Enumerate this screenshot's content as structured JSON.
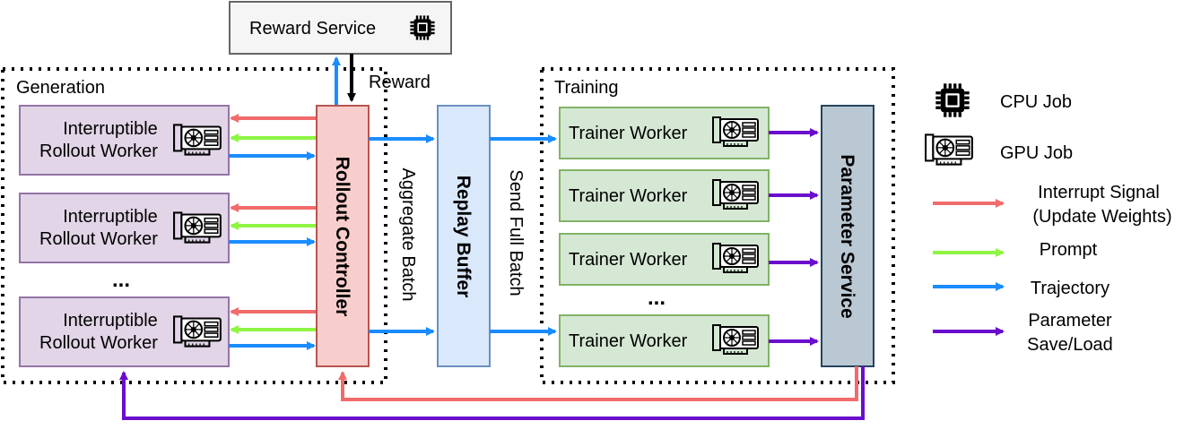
{
  "colors": {
    "interrupt": "#f26b6b",
    "prompt": "#8ef542",
    "trajectory": "#1a8cff",
    "parameter": "#6a0dcc",
    "reward": "#000000",
    "rollout_worker_fill": "#e1d5e7",
    "rollout_worker_stroke": "#9673a6",
    "controller_fill": "#f8cecc",
    "controller_stroke": "#b85450",
    "buffer_fill": "#dae8fc",
    "buffer_stroke": "#6c8ebf",
    "trainer_fill": "#d5e8d4",
    "trainer_stroke": "#82b366",
    "param_fill": "#bac8d3",
    "param_stroke": "#23445d",
    "reward_fill": "#f5f5f5",
    "reward_stroke": "#666666"
  },
  "reward_service": {
    "label": "Reward Service",
    "icon": "cpu-chip-icon"
  },
  "reward_label": "Reward",
  "generation": {
    "title": "Generation",
    "workers": [
      {
        "line1": "Interruptible",
        "line2": "Rollout Worker",
        "icon": "gpu-card-icon"
      },
      {
        "line1": "Interruptible",
        "line2": "Rollout Worker",
        "icon": "gpu-card-icon"
      },
      {
        "line1": "Interruptible",
        "line2": "Rollout Worker",
        "icon": "gpu-card-icon"
      }
    ],
    "ellipsis": "..."
  },
  "rollout_controller": {
    "label": "Rollout Controller"
  },
  "aggregate_batch": "Aggregate Batch",
  "replay_buffer": {
    "label": "Replay Buffer"
  },
  "send_full_batch": "Send Full Batch",
  "training": {
    "title": "Training",
    "workers": [
      {
        "label": "Trainer Worker",
        "icon": "gpu-card-icon"
      },
      {
        "label": "Trainer Worker",
        "icon": "gpu-card-icon"
      },
      {
        "label": "Trainer Worker",
        "icon": "gpu-card-icon"
      },
      {
        "label": "Trainer Worker",
        "icon": "gpu-card-icon"
      }
    ],
    "ellipsis": "..."
  },
  "parameter_service": {
    "label": "Parameter Service"
  },
  "legend": {
    "cpu": "CPU Job",
    "gpu": "GPU Job",
    "interrupt_line1": "Interrupt Signal",
    "interrupt_line2": "(Update Weights)",
    "prompt": "Prompt",
    "trajectory": "Trajectory",
    "parameter_line1": "Parameter",
    "parameter_line2": "Save/Load"
  }
}
